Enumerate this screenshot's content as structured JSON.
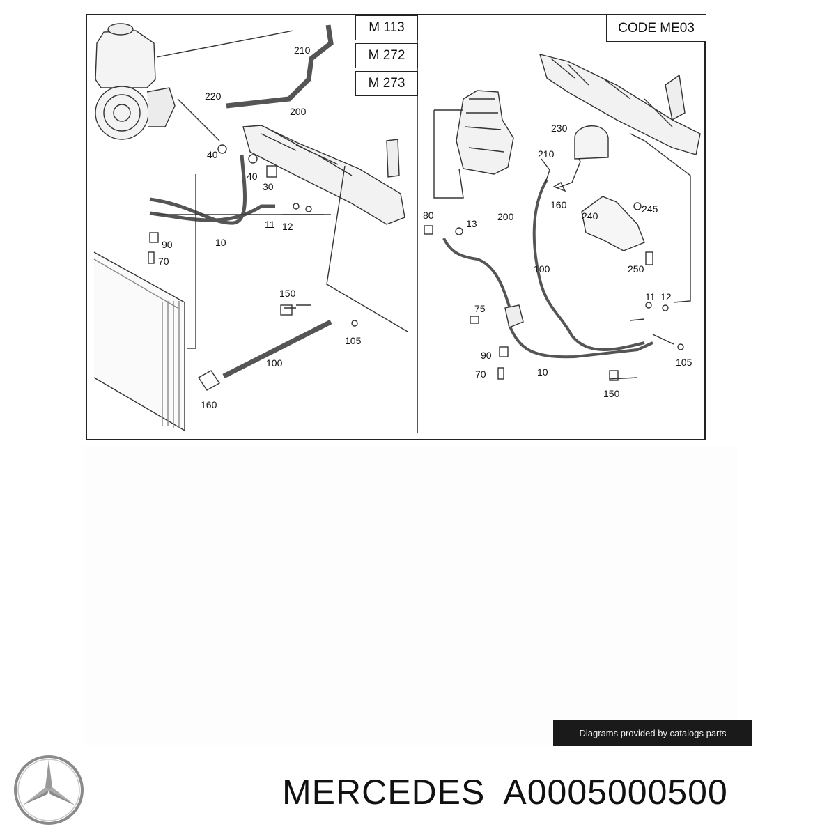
{
  "diagram": {
    "engine_codes": [
      "M 113",
      "M 272",
      "M 273"
    ],
    "code_label": "CODE ME03",
    "left_callouts": [
      "210",
      "220",
      "200",
      "40",
      "40",
      "30",
      "11",
      "12",
      "10",
      "90",
      "70",
      "150",
      "105",
      "100",
      "160"
    ],
    "right_callouts": [
      "230",
      "210",
      "160",
      "200",
      "80",
      "13",
      "240",
      "245",
      "250",
      "100",
      "75",
      "11",
      "12",
      "90",
      "70",
      "10",
      "105",
      "150"
    ]
  },
  "banner": {
    "text": "Diagrams provided by catalogs parts"
  },
  "brand": {
    "name": "MERCEDES",
    "part_number": "A0005000500"
  },
  "icons": {
    "logo": "mercedes-star-icon"
  }
}
